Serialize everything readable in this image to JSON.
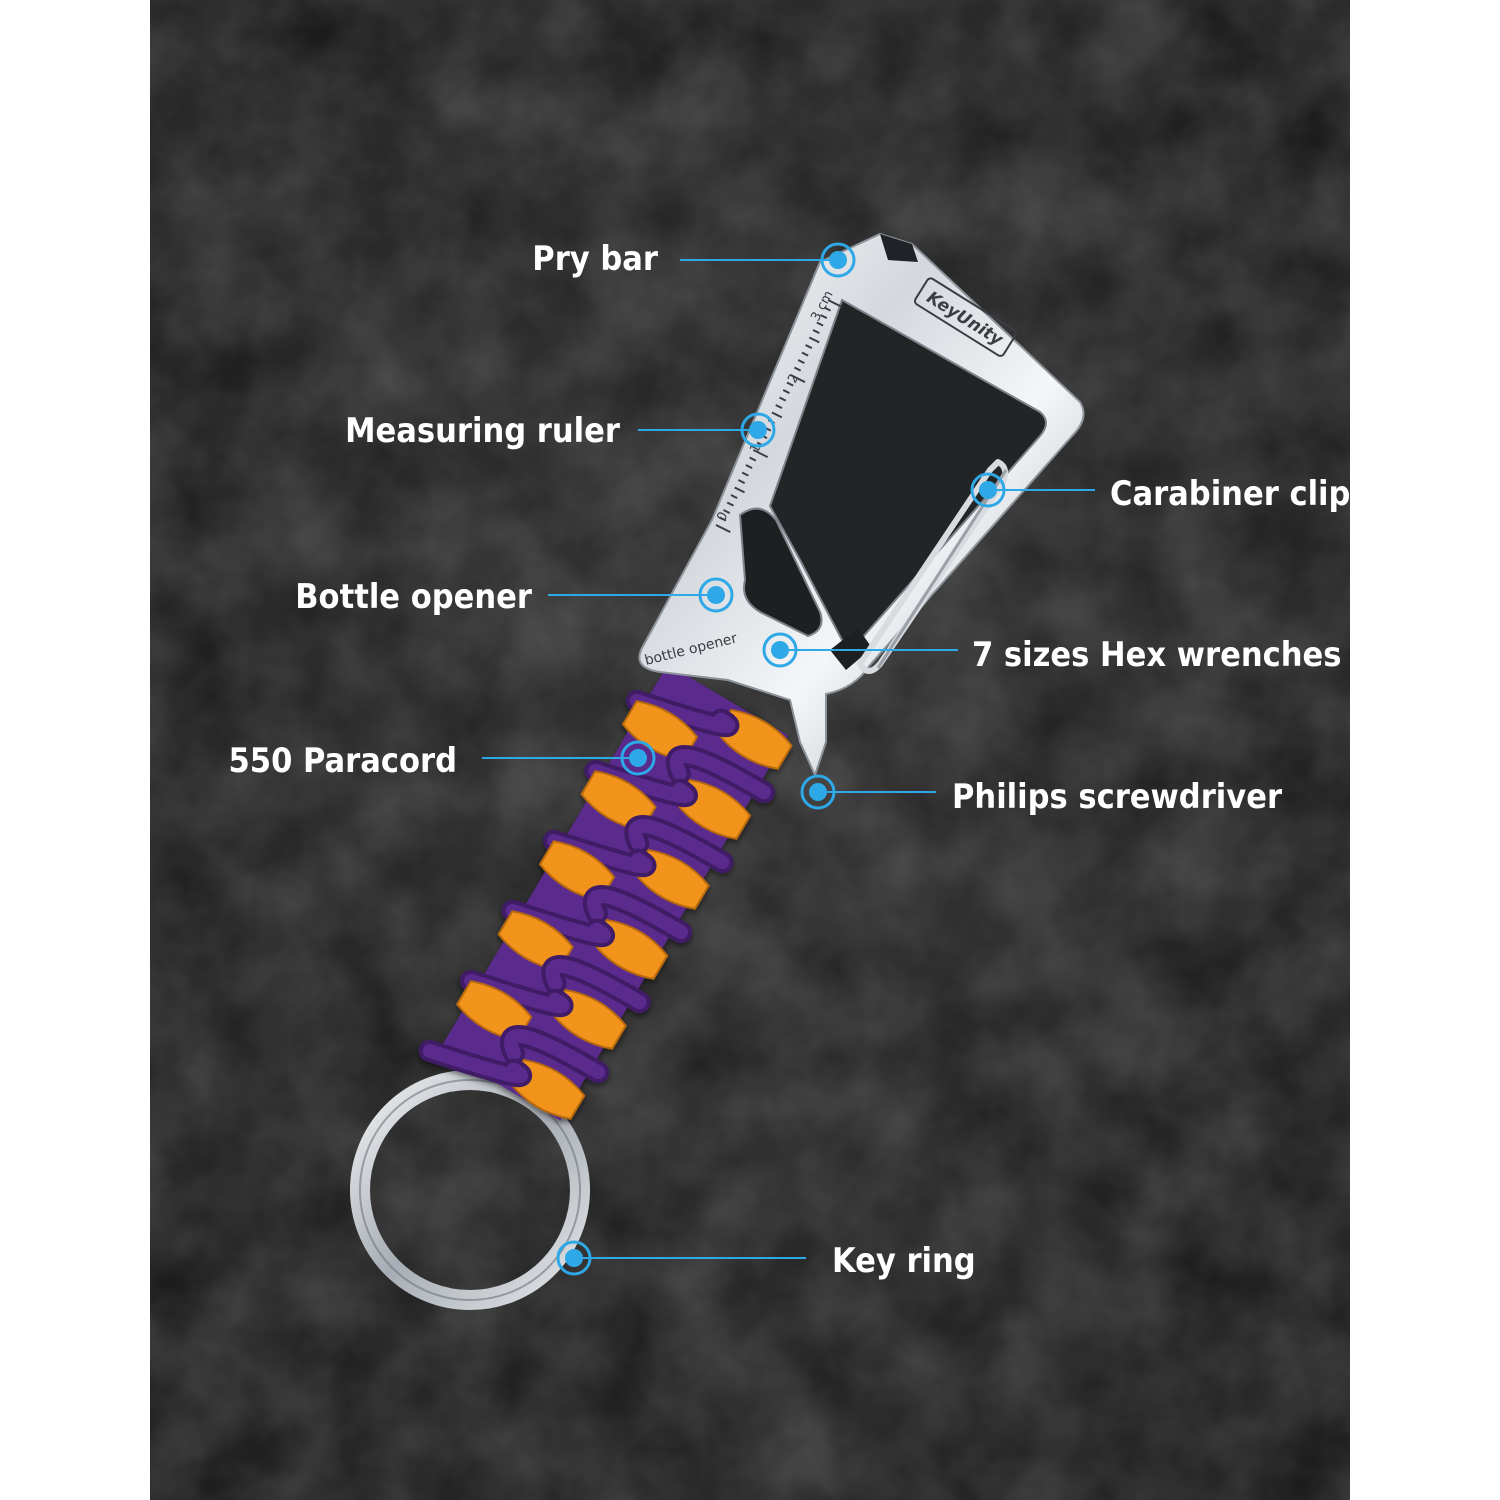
{
  "scene": {
    "accent_color": "#2ea8e6",
    "background_color": "#1c1c1d",
    "paracord_colors": [
      "#f2941c",
      "#5a2a8c"
    ]
  },
  "engravings": {
    "brand": "KeyUnity",
    "opener_text": "bottle opener",
    "ruler_unit": "3 cm",
    "ruler_mark_2": "2",
    "ruler_mark_1": "1",
    "ruler_mark_0": "0"
  },
  "callouts": [
    {
      "id": "pry-bar",
      "label": "Pry bar"
    },
    {
      "id": "measuring-ruler",
      "label": "Measuring ruler"
    },
    {
      "id": "carabiner-clip",
      "label": "Carabiner clip"
    },
    {
      "id": "bottle-opener",
      "label": "Bottle opener"
    },
    {
      "id": "hex-wrenches",
      "label": "7 sizes Hex wrenches"
    },
    {
      "id": "paracord",
      "label": "550 Paracord"
    },
    {
      "id": "philips-screwdriver",
      "label": "Philips screwdriver"
    },
    {
      "id": "key-ring",
      "label": "Key ring"
    }
  ]
}
